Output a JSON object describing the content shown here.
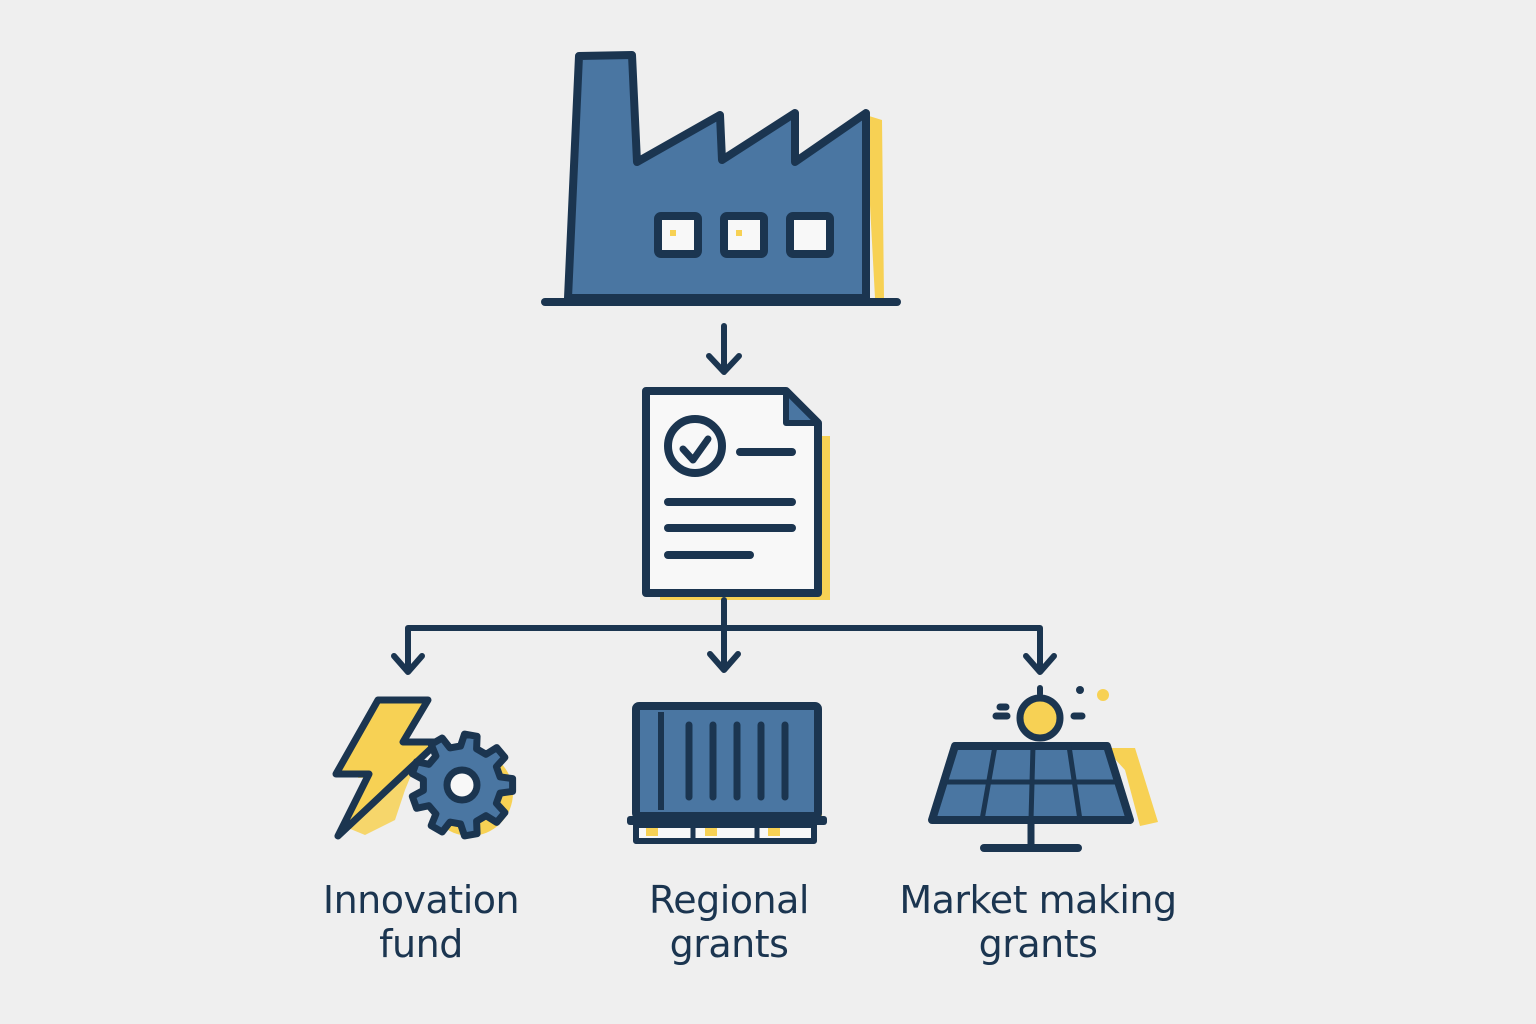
{
  "colors": {
    "background": "#efefef",
    "outline": "#1b3550",
    "fill_blue": "#4a76a2",
    "accent_yellow": "#f7d154",
    "paper": "#f8f8f8"
  },
  "nodes": {
    "factory": {
      "icon": "factory-icon"
    },
    "document": {
      "icon": "certificate-document-icon"
    },
    "innovation_fund": {
      "icon": "lightning-gear-icon",
      "label_line1": "Innovation",
      "label_line2": "fund"
    },
    "regional_grants": {
      "icon": "shipping-container-icon",
      "label_line1": "Regional",
      "label_line2": "grants"
    },
    "market_making_grants": {
      "icon": "solar-panel-icon",
      "label_line1": "Market making",
      "label_line2": "grants"
    }
  },
  "edges": [
    {
      "from": "factory",
      "to": "document"
    },
    {
      "from": "document",
      "to": "innovation_fund"
    },
    {
      "from": "document",
      "to": "regional_grants"
    },
    {
      "from": "document",
      "to": "market_making_grants"
    }
  ]
}
